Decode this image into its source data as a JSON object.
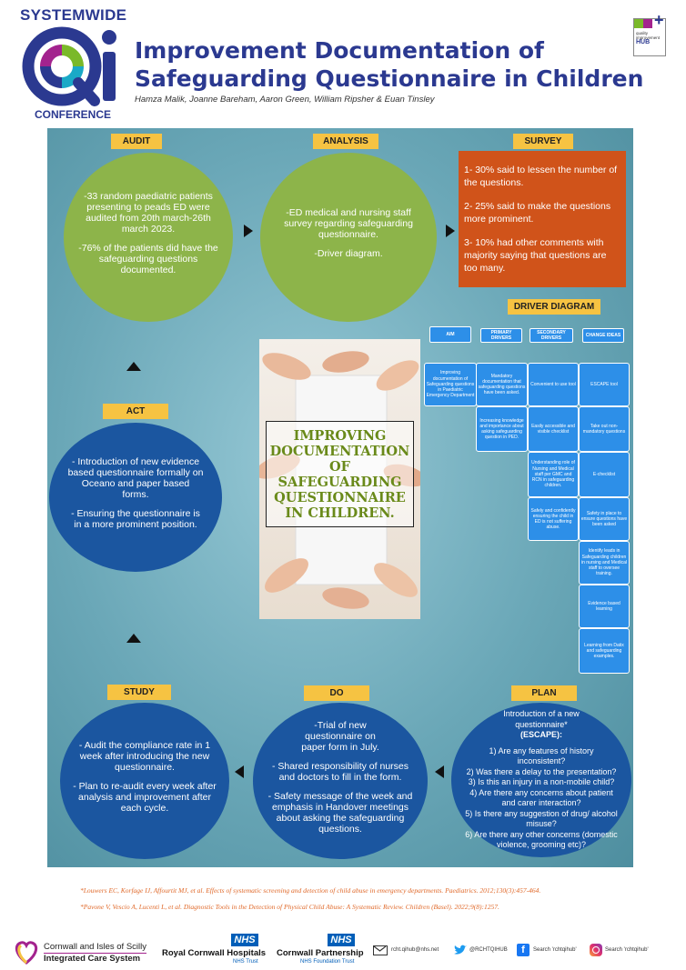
{
  "header": {
    "logo_top": "SYSTEMWIDE",
    "logo_bottom": "CONFERENCE",
    "title": "Improvement Documentation of Safeguarding Questionnaire in Children",
    "authors": "Hamza Malik, Joanne Bareham, Aaron Green, William Ripsher & Euan Tinsley",
    "qi_hub_lines": [
      "quality",
      "improvement",
      "HUB"
    ]
  },
  "audit": {
    "label": "AUDIT",
    "p1": "-33 random paediatric patients presenting to peads ED were audited from 20th march-26th march 2023.",
    "p2": "-76% of the patients did have the safeguarding questions documented."
  },
  "analysis": {
    "label": "ANALYSIS",
    "p1": "-ED medical and nursing staff survey regarding safeguarding questionnaire.",
    "p2": "-Driver diagram."
  },
  "survey": {
    "label": "SURVEY",
    "p1": "1- 30% said to lessen the number of the questions.",
    "p2": "2- 25% said to make the questions more prominent.",
    "p3": "3- 10% had other comments with majority saying that questions are too many."
  },
  "driver_diagram": {
    "label": "DRIVER DIAGRAM",
    "headers": [
      "AIM",
      "PRIMARY DRIVERS",
      "SECONDARY DRIVERS",
      "CHANGE IDEAS"
    ],
    "aim": "Improving documentation of Safeguarding questions in Paediatric Emergency Department",
    "primary": [
      "Mandatory documentation that safeguarding questions have been asked.",
      "Increasing knowledge and importance about asking safeguarding question in PED."
    ],
    "secondary": [
      "Convenient to use tool",
      "Easily accessible and visible checklist",
      "Understanding role of Nursing and Medical staff per GMC and RCN in safeguarding children.",
      "Safely and confidently ensuring the child in ED is not suffering abuse."
    ],
    "change": [
      "ESCAPE tool",
      "Take out non-mandatory questions",
      "E-checklist",
      "Safety in place to ensure questions have been asked",
      "Identify leads in Safeguarding children in nursing and Medical staff to oversee training.",
      "Evidence based learning",
      "Learning from Datix and safeguarding examples."
    ]
  },
  "photo_title": "IMPROVING DOCUMENTATION OF SAFEGUARDING QUESTIONNAIRE IN CHILDREN.",
  "act": {
    "label": "ACT",
    "p1": "- Introduction of new evidence based questionnaire formally on Oceano and paper based forms.",
    "p2": "- Ensuring the questionnaire is in a more prominent position."
  },
  "study": {
    "label": "STUDY",
    "p1": "- Audit the compliance rate in 1 week after introducing the new questionnaire.",
    "p2": "- Plan to re-audit every week after analysis and improvement after each cycle."
  },
  "do": {
    "label": "DO",
    "p1": "-Trial of new questionnaire on paper form in July.",
    "p2": "- Shared responsibility of nurses and doctors to fill in the form.",
    "p3": "- Safety message of the week and emphasis in Handover meetings about asking the safeguarding questions."
  },
  "plan": {
    "label": "PLAN",
    "intro": "Introduction of a new questionnaire*",
    "escape": "(ESCAPE):",
    "questions": [
      "1) Are any features of history inconsistent?",
      "2) Was there a delay to the presentation?",
      "3) Is this an injury in a non-mobile child?",
      "4) Are there any concerns about patient and carer interaction?",
      "5) Is there any suggestion of drug/ alcohol misuse?",
      "6) Are there any other concerns (domestic violence, grooming etc)?"
    ]
  },
  "references": [
    "*Louwers EC, Korfage IJ, Affourtit MJ, et al. Effects of systematic screening and detection of child abuse in emergency departments. Paediatrics. 2012;130(3):457-464.",
    "*Pavone V, Vescio A, Lucenti L, et al. Diagnostic Tools in the Detection of Physical Child Abuse: A Systematic Review. Children (Basel). 2022;9(8):1257."
  ],
  "footer": {
    "ics_line1": "Cornwall and Isles of Scilly",
    "ics_line2": "Integrated Care System",
    "nhs": "NHS",
    "rch_name": "Royal Cornwall Hospitals",
    "rch_trust": "NHS Trust",
    "cp_name": "Cornwall Partnership",
    "cp_trust": "NHS Foundation Trust",
    "email": "rcht.qihub@nhs.net",
    "twitter": "@RCHTQIHUB",
    "facebook": "Search 'rchtqihub'",
    "instagram": "Search 'rchtqihub'"
  },
  "colors": {
    "title_blue": "#2b3990",
    "label_yellow": "#f6c342",
    "circle_green": "#8db44a",
    "circle_blue": "#1b56a0",
    "survey_orange": "#d0531a",
    "driver_blue": "#2d8fe8"
  }
}
